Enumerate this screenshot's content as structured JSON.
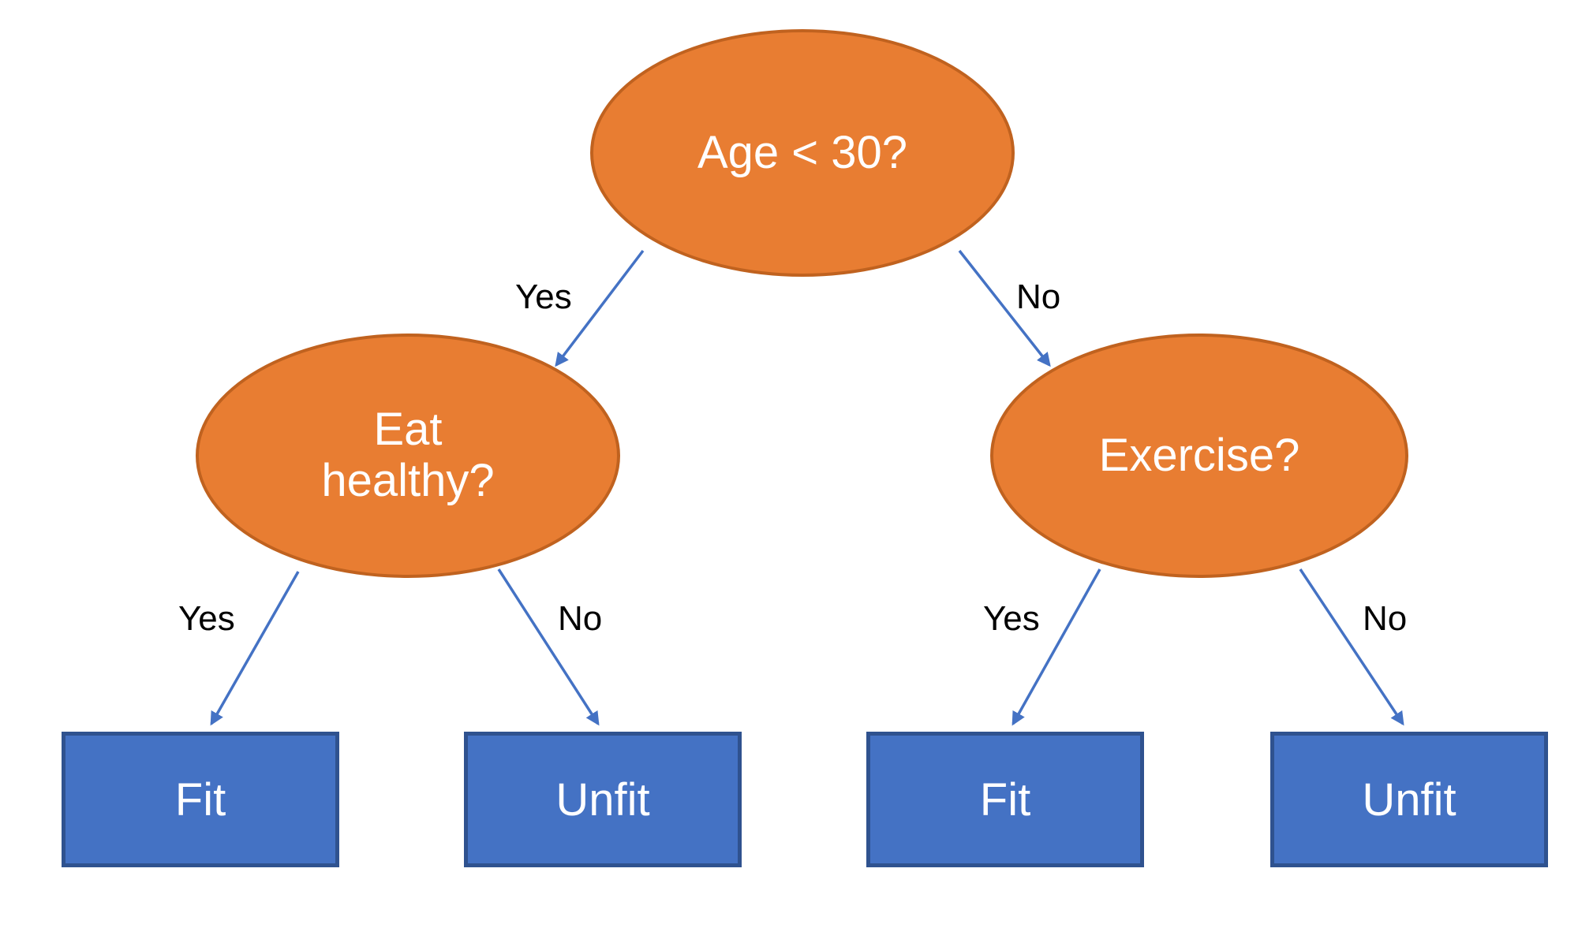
{
  "diagram": {
    "type": "decision-tree",
    "background_color": "#FFFFFF",
    "palette": {
      "decision_fill": "#E87D32",
      "decision_stroke": "#C0621F",
      "decision_text": "#FFFFFF",
      "leaf_fill": "#4472C4",
      "leaf_stroke": "#2F528F",
      "leaf_text": "#FFFFFF",
      "edge_color": "#4472C4",
      "edge_label_color": "#000000"
    },
    "nodes": {
      "root": {
        "label": "Age < 30?",
        "shape": "ellipse"
      },
      "eat": {
        "label": "Eat\nhealthy?",
        "shape": "ellipse"
      },
      "exercise": {
        "label": "Exercise?",
        "shape": "ellipse"
      }
    },
    "leaves": [
      {
        "label": "Fit",
        "shape": "rectangle"
      },
      {
        "label": "Unfit",
        "shape": "rectangle"
      },
      {
        "label": "Fit",
        "shape": "rectangle"
      },
      {
        "label": "Unfit",
        "shape": "rectangle"
      }
    ],
    "edges": [
      {
        "from": "root",
        "to": "eat",
        "label": "Yes"
      },
      {
        "from": "root",
        "to": "exercise",
        "label": "No"
      },
      {
        "from": "eat",
        "to": "leaf-0",
        "label": "Yes"
      },
      {
        "from": "eat",
        "to": "leaf-1",
        "label": "No"
      },
      {
        "from": "exercise",
        "to": "leaf-2",
        "label": "Yes"
      },
      {
        "from": "exercise",
        "to": "leaf-3",
        "label": "No"
      }
    ]
  }
}
